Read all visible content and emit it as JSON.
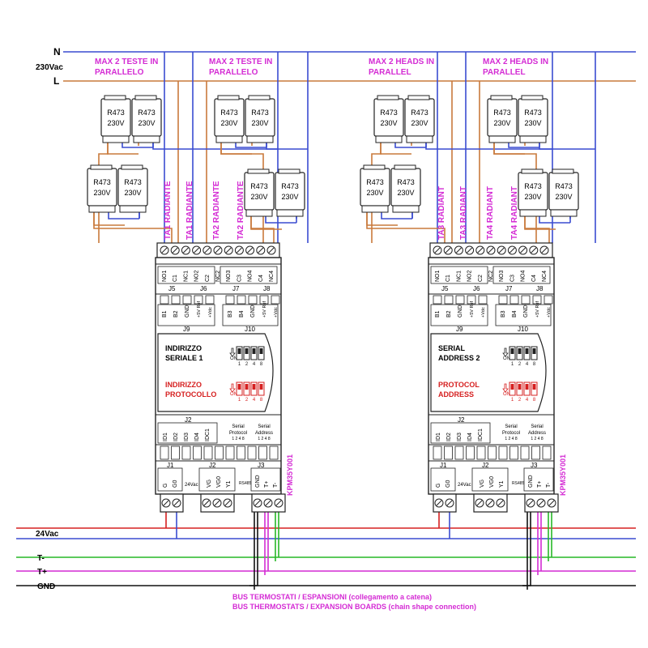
{
  "mains": {
    "n_label": "N",
    "voltage_label": "230Vac",
    "l_label": "L"
  },
  "low_voltage": {
    "v24_label": "24Vac",
    "tminus_label": "T-",
    "tplus_label": "T+",
    "gnd_label": "GND"
  },
  "groups": [
    {
      "line1": "MAX 2 TESTE IN",
      "line2": "PARALLELO"
    },
    {
      "line1": "MAX 2 TESTE IN",
      "line2": "PARALLELO"
    },
    {
      "line1": "MAX 2 HEADS IN",
      "line2": "PARALLEL"
    },
    {
      "line1": "MAX 2 HEADS IN",
      "line2": "PARALLEL"
    }
  ],
  "actuator": {
    "model": "R473",
    "voltage": "230V"
  },
  "zone_labels": [
    "TA1 RADIANTE",
    "TA1 RADIANTE",
    "TA2 RADIANTE",
    "TA2 RADIANTE",
    "TA3 RADIANT",
    "TA3 RADIANT",
    "TA4 RADIANT",
    "TA4 RADIANT"
  ],
  "modules": [
    {
      "relay_terms_a": [
        "NO1",
        "C1",
        "NC1",
        "NO2",
        "C2",
        "NC2"
      ],
      "relay_terms_b": [
        "NO3",
        "C3",
        "NO4",
        "C4",
        "NC4"
      ],
      "relay_connectors": [
        "J5",
        "J6",
        "J7",
        "J8"
      ],
      "io_terms": [
        "B1",
        "B2",
        "GND",
        "+5V Ref",
        "+Vdc",
        "B3",
        "B4",
        "GND",
        "+5V Ref",
        "+Vdc"
      ],
      "io_connectors": [
        "J9",
        "J10"
      ],
      "addr_label_1": "INDIRIZZO",
      "addr_label_2": "SERIALE 1",
      "proto_label_1": "INDIRIZZO",
      "proto_label_2": "PROTOCOLLO",
      "on_label": "ON",
      "dip_numbers": [
        "1",
        "2",
        "4",
        "8"
      ],
      "j2_label": "J2",
      "input_terms": [
        "ID1",
        "ID2",
        "ID3",
        "ID4",
        "IDC1"
      ],
      "serial_protocol_1": "Serial",
      "serial_protocol_2": "Protocol",
      "serial_protocol_3": "1 2 4 8",
      "serial_address_1": "Serial",
      "serial_address_2": "Address",
      "serial_address_3": "1 2 4 8",
      "power_connectors": [
        "J1",
        "J2",
        "J3"
      ],
      "power_terms_j1": [
        "G",
        "G0"
      ],
      "v24": "24Vac",
      "power_terms_j2": [
        "VG",
        "VG0",
        "Y1"
      ],
      "rs485": "RS485",
      "power_terms_j3": [
        "GND",
        "T+",
        "T-"
      ],
      "model": "KPM35Y001"
    },
    {
      "relay_terms_a": [
        "NO1",
        "C1",
        "NC1",
        "NO2",
        "C2",
        "NC2"
      ],
      "relay_terms_b": [
        "NO3",
        "C3",
        "NO4",
        "C4",
        "NC4"
      ],
      "relay_connectors": [
        "J5",
        "J6",
        "J7",
        "J8"
      ],
      "io_terms": [
        "B1",
        "B2",
        "GND",
        "+5V Ref",
        "+Vdc",
        "B3",
        "B4",
        "GND",
        "+5V Ref",
        "+Vdc"
      ],
      "io_connectors": [
        "J9",
        "J10"
      ],
      "addr_label_1": "SERIAL",
      "addr_label_2": "ADDRESS 2",
      "proto_label_1": "PROTOCOL",
      "proto_label_2": "ADDRESS",
      "on_label": "ON",
      "dip_numbers": [
        "1",
        "2",
        "4",
        "8"
      ],
      "j2_label": "J2",
      "input_terms": [
        "ID1",
        "ID2",
        "ID3",
        "ID4",
        "IDC1"
      ],
      "serial_protocol_1": "Serial",
      "serial_protocol_2": "Protocol",
      "serial_protocol_3": "1 2 4 8",
      "serial_address_1": "Serial",
      "serial_address_2": "Address",
      "serial_address_3": "1 2 4 8",
      "power_connectors": [
        "J1",
        "J2",
        "J3"
      ],
      "power_terms_j1": [
        "G",
        "G0"
      ],
      "v24": "24Vac",
      "power_terms_j2": [
        "VG",
        "VG0",
        "Y1"
      ],
      "rs485": "RS485",
      "power_terms_j3": [
        "GND",
        "T+",
        "T-"
      ],
      "model": "KPM35Y001"
    }
  ],
  "bus_caption_1": "BUS TERMOSTATI / ESPANSIONI (collegamento a catena)",
  "bus_caption_2": "BUS THERMOSTATS / EXPANSION BOARDS (chain shape connection)",
  "colors": {
    "neutral": "#3a4cd1",
    "line": "#c97a3c",
    "v24": "#d62020",
    "tminus": "#27b827",
    "tplus": "#d42bd4",
    "gnd": "#111111",
    "label_accent": "#d42bd4",
    "dip_red": "#d62020"
  }
}
